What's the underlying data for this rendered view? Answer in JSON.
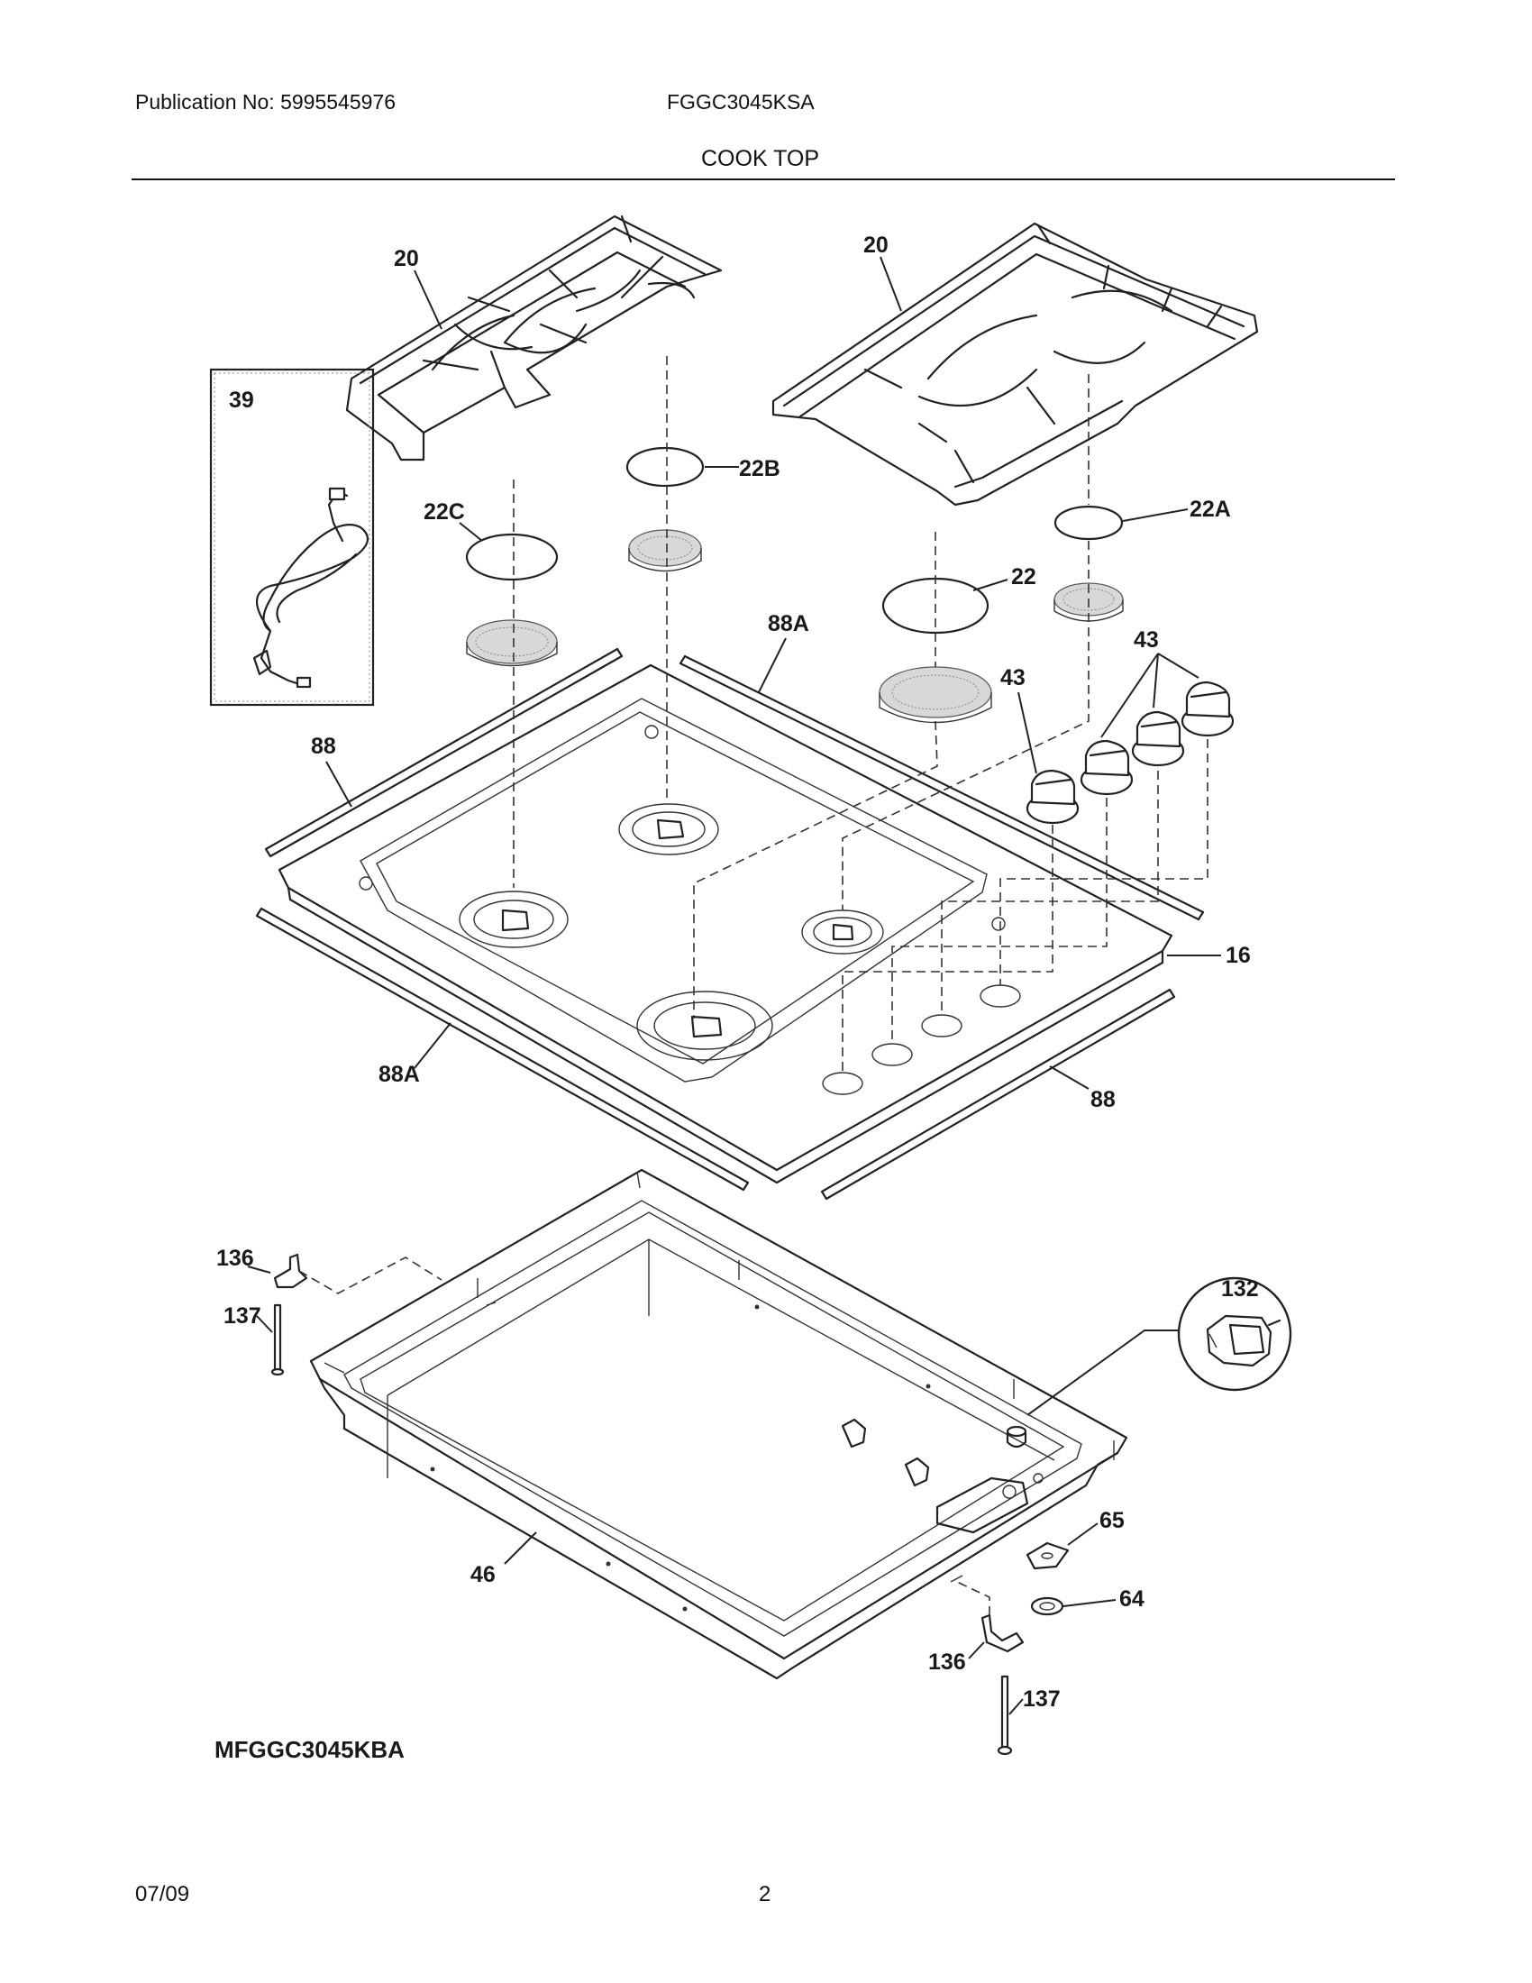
{
  "header": {
    "publication": "Publication No: 5995545976",
    "model": "FGGC3045KSA",
    "section": "COOK TOP"
  },
  "footer": {
    "date": "07/09",
    "page": "2"
  },
  "diagram": {
    "model_label": "MFGGC3045KBA",
    "callouts": {
      "grate_left": "20",
      "grate_right": "20",
      "cap_22b": "22B",
      "cap_22c": "22C",
      "cap_22": "22",
      "cap_22a": "22A",
      "cord_box": "39",
      "trim_88a_top": "88A",
      "knob_single": "43",
      "knob_group": "43",
      "trim_88_left": "88",
      "cooktop": "16",
      "trim_88a_bottom": "88A",
      "trim_88_bottom": "88",
      "bracket_left": "136",
      "screw_left": "137",
      "connector": "132",
      "pan": "46",
      "gasket_65": "65",
      "gasket_64": "64",
      "bracket_right": "136",
      "screw_right": "137"
    }
  }
}
